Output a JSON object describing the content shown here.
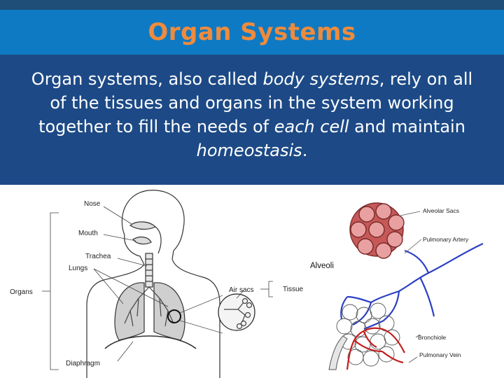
{
  "slide": {
    "title": "Organ Systems",
    "text": {
      "p1": "Organ systems, also called ",
      "i1": "body systems",
      "p2": ", rely on all of the tissues and organs in the system working together to fill the needs of ",
      "i2": "each cell",
      "p3": " and maintain ",
      "i3": "homeostasis",
      "p4": "."
    }
  },
  "diagram_left": {
    "labels": {
      "nose": "Nose",
      "mouth": "Mouth",
      "trachea": "Trachea",
      "lungs": "Lungs",
      "organs": "Organs",
      "air_sacs": "Air sacs",
      "tissue": "Tissue",
      "diaphragm": "Diaphragm"
    }
  },
  "diagram_right": {
    "labels": {
      "alveolar_sacs": "Alveolar Sacs",
      "pulmonary_artery": "Pulmonary Artery",
      "alveoli": "Alveoli",
      "bronchiole": "Bronchiole",
      "pulmonary_vein": "Pulmonary Vein"
    }
  },
  "colors": {
    "title": "#ef8b3c",
    "title_bar": "#0f7ac4",
    "text_panel": "#1d4a86",
    "artery": "#2b3fc4",
    "vein": "#c41d1d",
    "alveolus": "#e06a6a"
  }
}
